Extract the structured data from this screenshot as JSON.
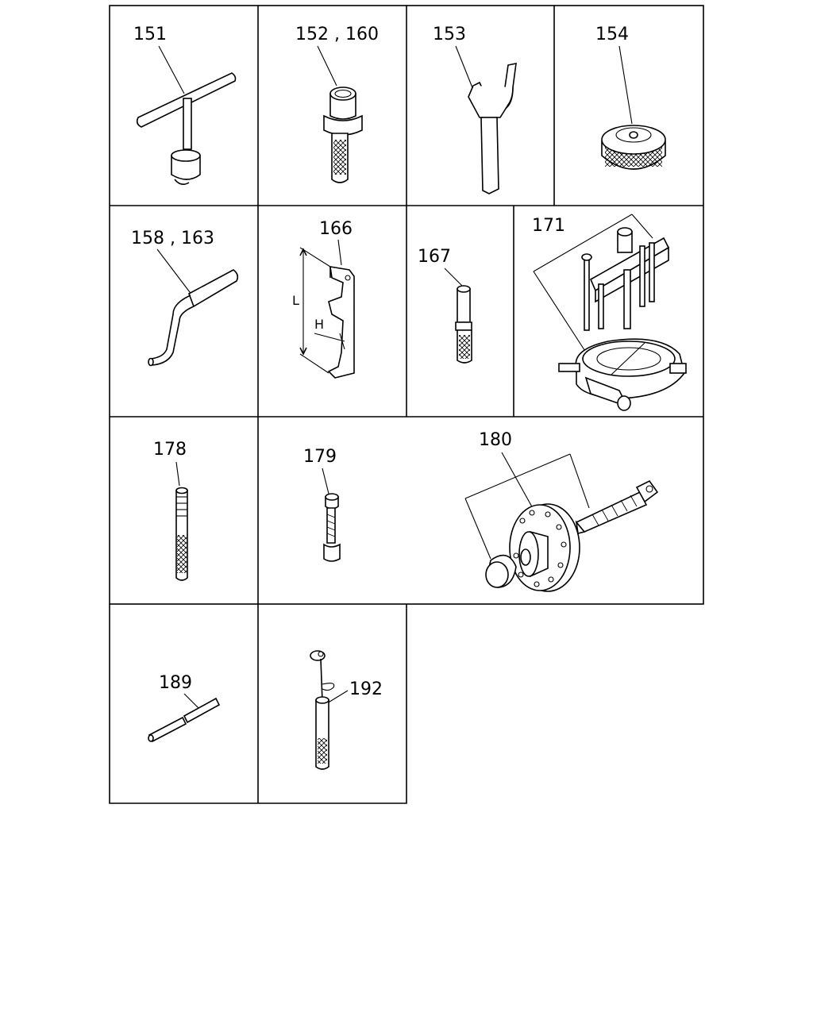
{
  "diagram": {
    "cells": [
      {
        "id": "c151",
        "label": "151",
        "icon": "t-handle-wrench"
      },
      {
        "id": "c152",
        "label": "152 , 160",
        "icon": "socket-adapter"
      },
      {
        "id": "c153",
        "label": "153",
        "icon": "open-end-spanner"
      },
      {
        "id": "c154",
        "label": "154",
        "icon": "knurled-nut"
      },
      {
        "id": "c158",
        "label": "158 , 163",
        "icon": "bent-rod-tool"
      },
      {
        "id": "c166",
        "label": "166",
        "icon": "feeler-gauge-plate"
      },
      {
        "id": "c167",
        "label": "167",
        "icon": "drift-punch"
      },
      {
        "id": "c171",
        "label": "171",
        "icon": "bearing-puller-set"
      },
      {
        "id": "c178",
        "label": "178",
        "icon": "guide-pin"
      },
      {
        "id": "c179",
        "label": "179",
        "icon": "threaded-stud"
      },
      {
        "id": "c180",
        "label": "180",
        "icon": "flange-installer-set"
      },
      {
        "id": "c189",
        "label": "189",
        "icon": "pin-pair"
      },
      {
        "id": "c192",
        "label": "192",
        "icon": "sliding-hammer"
      }
    ],
    "dimension_labels": {
      "length": "L",
      "height": "H"
    }
  }
}
